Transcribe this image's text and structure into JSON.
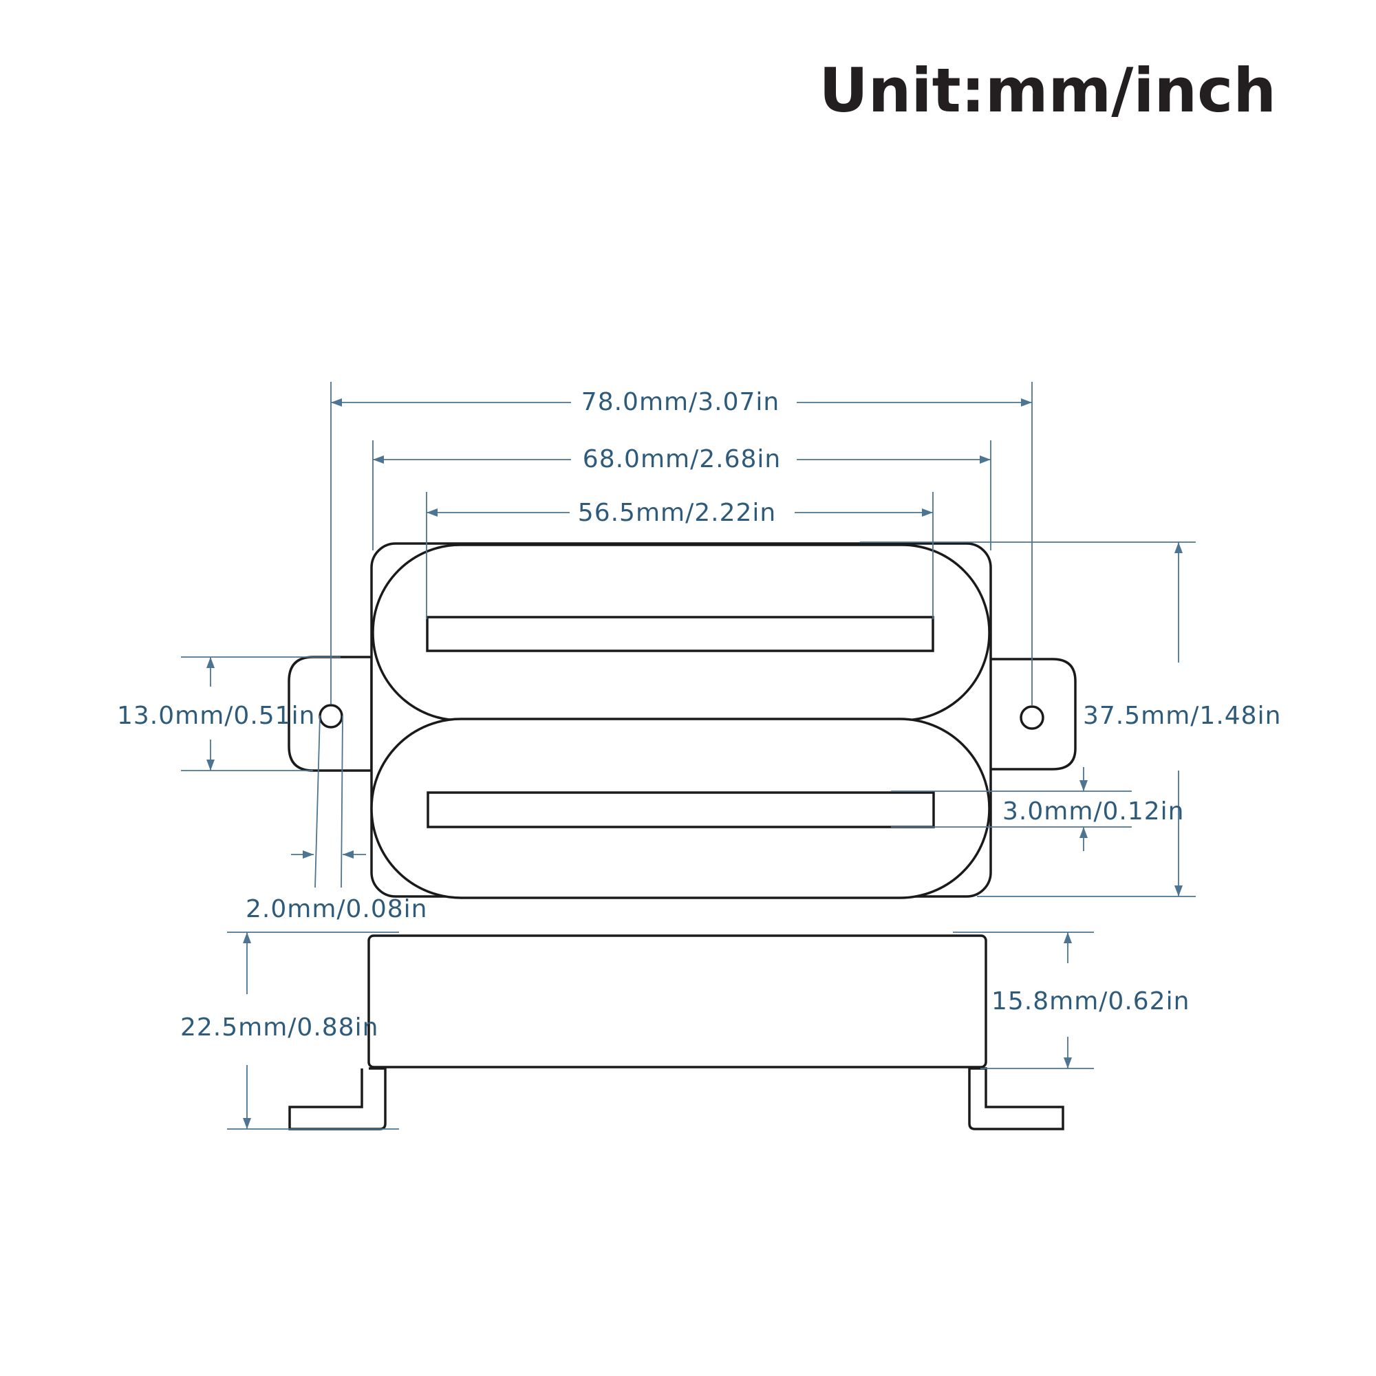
{
  "unit_title": "Unit:mm/inch",
  "dimensions": {
    "overall_length": "78.0mm/3.07in",
    "cover_length": "68.0mm/2.68in",
    "blade_length": "56.5mm/2.22in",
    "tab_height": "13.0mm/0.51in",
    "overall_width": "37.5mm/1.48in",
    "blade_width": "3.0mm/0.12in",
    "hole_diameter": "2.0mm/0.08in",
    "total_height": "22.5mm/0.88in",
    "cover_height": "15.8mm/0.62in"
  },
  "colors": {
    "outline": "#1a1a1a",
    "dimension": "#4d7592",
    "dimension_text": "#2e5b7c",
    "title": "#231f20"
  }
}
